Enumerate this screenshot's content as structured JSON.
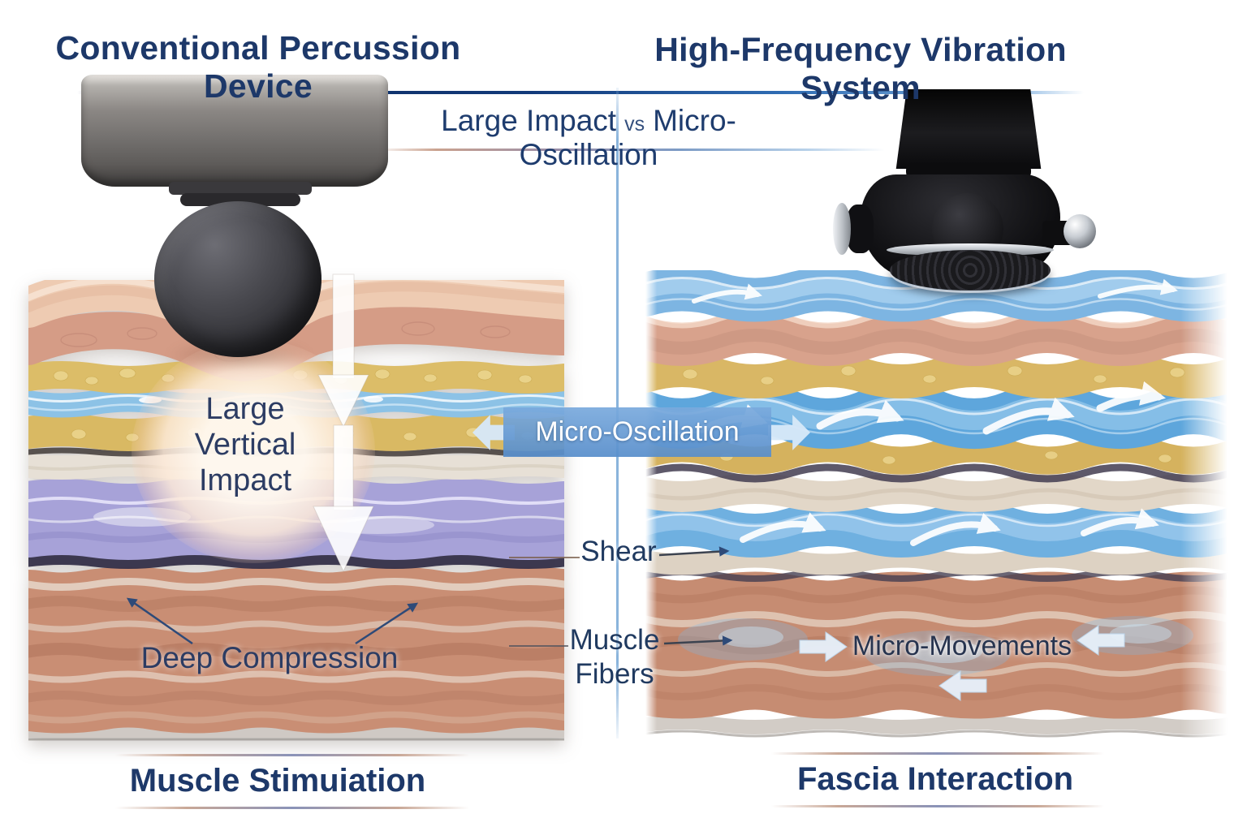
{
  "header": {
    "left_title": "Conventional Percussion Device",
    "right_title": "High-Frequency Vibration System",
    "subtitle_left": "Large Impact",
    "subtitle_vs": "vs",
    "subtitle_right": "Micro-Oscillation"
  },
  "left_panel": {
    "impact_lines": [
      "Large",
      "Vertical",
      "Impact"
    ],
    "deep_compression_label": "Deep Compression",
    "caption": "Muscle Stimuiation"
  },
  "center": {
    "micro_oscillation_label": "Micro-Oscillation",
    "shear_label": "Shear",
    "muscle_fibers_lines": [
      "Muscle",
      "Fibers"
    ]
  },
  "right_panel": {
    "micro_movements_label": "Micro-Movements",
    "caption": "Fascia Interaction"
  },
  "colors": {
    "title_navy": "#1d3869",
    "label_navy": "#2c3c63",
    "banner_blue": "#5e9ad2",
    "divider_blue": "#8ab4dc",
    "skin_tone": "#eecbb2",
    "dermis_pink": "#d59c86",
    "fat_yellow": "#d9b963",
    "flow_blue": "#5ea6dc",
    "fascia_tan": "#e2d7c8",
    "deep_fascia_purple": "#a7a2d8",
    "muscle_red": "#c68c72",
    "impact_arrow_white": "#ffffff"
  }
}
